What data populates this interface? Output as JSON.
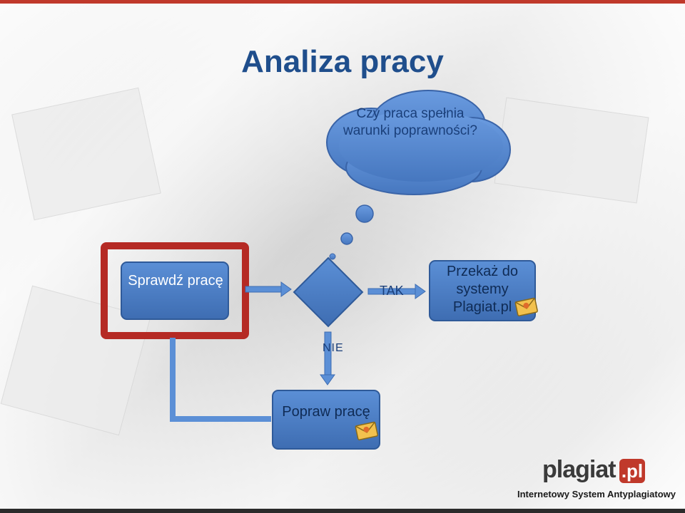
{
  "slide": {
    "title": "Analiza pracy"
  },
  "diagram": {
    "cloud_text": "Czy praca spełnia warunki poprawności?",
    "check_box": "Sprawdź pracę",
    "send_box": "Przekaż do systemy Plagiat.pl",
    "fix_box": "Popraw pracę",
    "yes_label": "TAK",
    "no_label": "NIE"
  },
  "logo": {
    "word_left": "plagiat",
    "word_right": ".pl",
    "tagline": "Internetowy System Antyplagiatowy"
  },
  "colors": {
    "box_blue": "#4a7dc2",
    "frame_red": "#c0392b",
    "title_blue": "#1f4e8c"
  }
}
